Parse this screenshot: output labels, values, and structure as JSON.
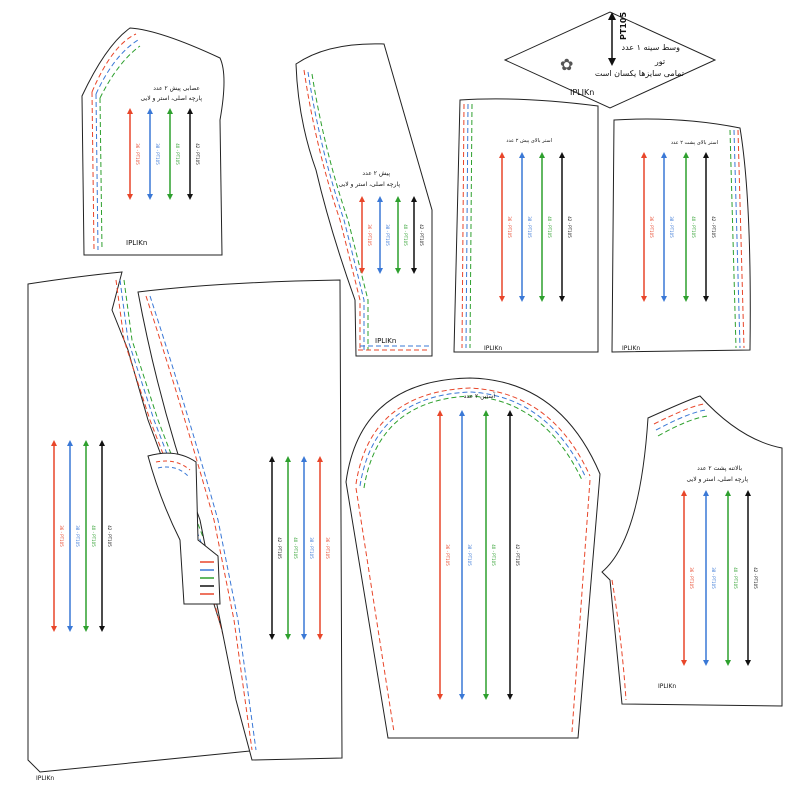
{
  "colors": {
    "outline": "#1a1a1a",
    "size36": "#e8462a",
    "size38": "#3a78d6",
    "size40": "#2ea02e",
    "size42": "#111111"
  },
  "brand": "IPLIKn",
  "sizes": [
    "36 - PT105",
    "38 - PT105",
    "40 - PT105",
    "42 - PT105"
  ],
  "diamond": {
    "code": "PT105",
    "line1": "وسط سینه ۱ عدد",
    "line2": "تور",
    "line3": "تمامی سایزها یکسان است"
  },
  "pieces": {
    "front_facing": {
      "line1": "عصابی پیش ۲ عدد",
      "line2": "پارچه اصلی، استر و لایی"
    },
    "front": {
      "line1": "پیش ۲ عدد",
      "line2": "پارچه اصلی، استر و لایی"
    },
    "front_lining": {
      "label": "استر بالای پیش ۲ عدد"
    },
    "back_lining": {
      "label": "استر بالای پشت ۲ عدد"
    },
    "sleeve": {
      "label": "آستین ۲ عدد"
    },
    "back_yoke": {
      "line1": "بالاتنه پشت ۲ عدد",
      "line2": "پارچه اصلی، استر و لایی"
    }
  }
}
